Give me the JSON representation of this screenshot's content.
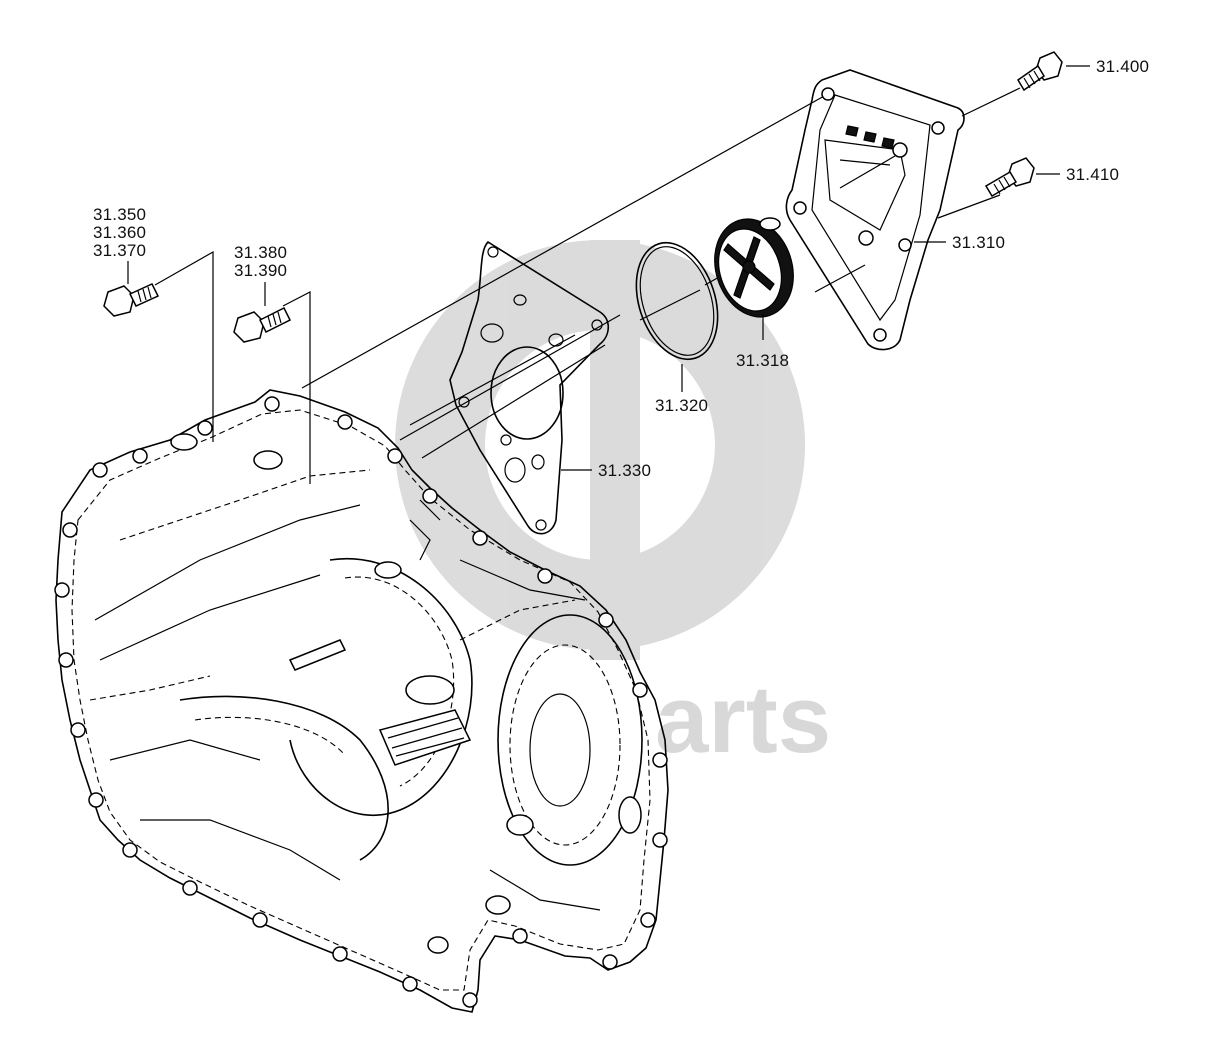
{
  "watermark": {
    "text": "arts",
    "color": "#d6d6d6"
  },
  "callouts": {
    "c31400": "31.400",
    "c31410": "31.410",
    "c31310": "31.310",
    "c31318": "31.318",
    "c31320": "31.320",
    "c31330": "31.330",
    "c31350": "31.350",
    "c31360": "31.360",
    "c31370": "31.370",
    "c31380": "31.380",
    "c31390": "31.390"
  }
}
